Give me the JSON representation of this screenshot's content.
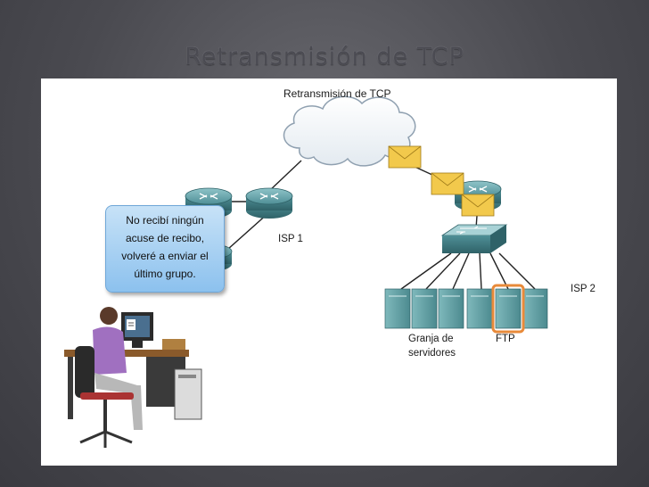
{
  "slide": {
    "title": "Retransmisión de TCP"
  },
  "diagram": {
    "title": "Retransmisión de TCP",
    "isp1_label": "ISP 1",
    "isp2_label": "ISP 2",
    "server_farm_label_line1": "Granja de",
    "server_farm_label_line2": "servidores",
    "ftp_label": "FTP",
    "callout_lines": [
      "No recibí ningún",
      "acuse de recibo,",
      "volveré a enviar el",
      "último grupo."
    ]
  },
  "colors": {
    "router": "#4f8f96",
    "server": "#5e9fa3",
    "envelope": "#f2c94c",
    "ftp_highlight": "#e88a3a",
    "callout": "#9ccaf0"
  }
}
